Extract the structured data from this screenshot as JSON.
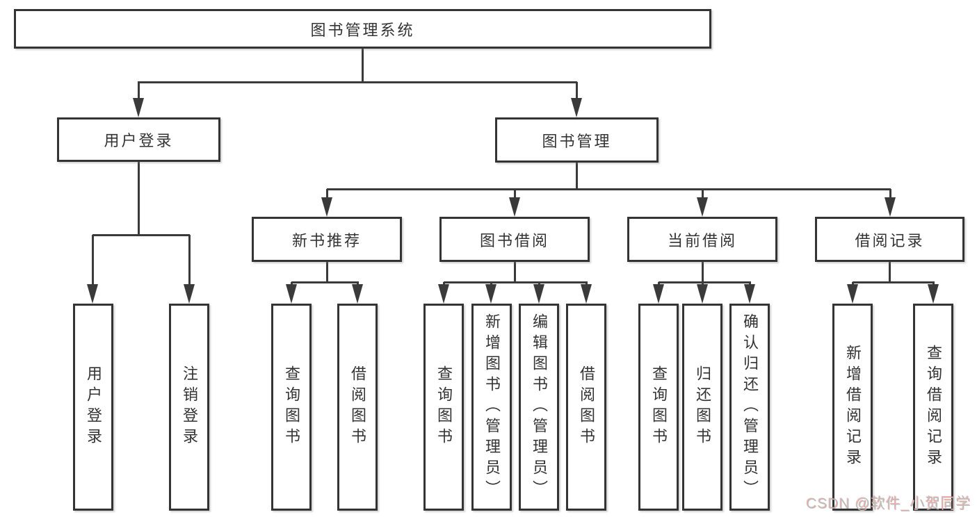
{
  "nodes": {
    "root": {
      "label": "图书管理系统"
    },
    "user_login": {
      "label": "用户登录"
    },
    "book_mgmt": {
      "label": "图书管理"
    },
    "login_do": {
      "label": "用户登录"
    },
    "logout": {
      "label": "注销登录"
    },
    "new_book_rec": {
      "label": "新书推荐"
    },
    "book_borrow": {
      "label": "图书借阅"
    },
    "current_borrow": {
      "label": "当前借阅"
    },
    "borrow_records": {
      "label": "借阅记录"
    },
    "rec_query_book": {
      "label": "查询图书"
    },
    "rec_borrow_book": {
      "label": "借阅图书"
    },
    "bb_query_book": {
      "label": "查询图书"
    },
    "bb_add_book": {
      "label": "新增图书（管理员）"
    },
    "bb_edit_book": {
      "label": "编辑图书（管理员）"
    },
    "bb_borrow_book": {
      "label": "借阅图书"
    },
    "cb_query_book": {
      "label": "查询图书"
    },
    "cb_return_book": {
      "label": "归还图书"
    },
    "cb_confirm_return": {
      "label": "确认归还（管理员）"
    },
    "br_add_record": {
      "label": "新增借阅记录"
    },
    "br_query_record": {
      "label": "查询借阅记录"
    }
  },
  "watermark": {
    "text": "CSDN @软件_小贺同学"
  },
  "colors": {
    "line": "#3a3a3a",
    "box_border": "#343434",
    "text": "#333333",
    "background": "#ffffff",
    "watermark_gray": "#bcbcbc",
    "watermark_red": "#dc5f50"
  }
}
